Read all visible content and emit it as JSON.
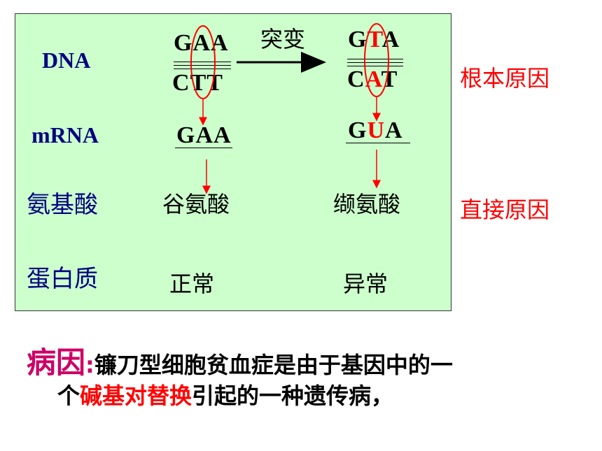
{
  "rows": {
    "dna": "DNA",
    "mrna": "mRNA",
    "amino": "氨基酸",
    "protein": "蛋白质"
  },
  "normal": {
    "dna_top": [
      "G",
      "A",
      "A"
    ],
    "dna_bottom": [
      "C",
      "T",
      "T"
    ],
    "mrna": "GAA",
    "amino": "谷氨酸",
    "protein": "正常"
  },
  "mutant": {
    "dna_top": [
      "G",
      "T",
      "A"
    ],
    "dna_bottom": [
      "C",
      "A",
      "T"
    ],
    "mrna": [
      "G",
      "U",
      "A"
    ],
    "amino": "缬氨酸",
    "protein": "异常"
  },
  "mutation_label": "突变",
  "side": {
    "root_cause": "根本原因",
    "direct_cause": "直接原因"
  },
  "cause": {
    "label": "病因",
    "colon": ":",
    "line1": "镰刀型细胞贫血症是由于基因中的一",
    "line2_prefix": "个",
    "line2_highlight": "碱基对替换",
    "line2_suffix": "引起的一种遗传病，"
  },
  "colors": {
    "panel": "#ccffcc",
    "navy": "#000080",
    "red": "#ff0000"
  }
}
